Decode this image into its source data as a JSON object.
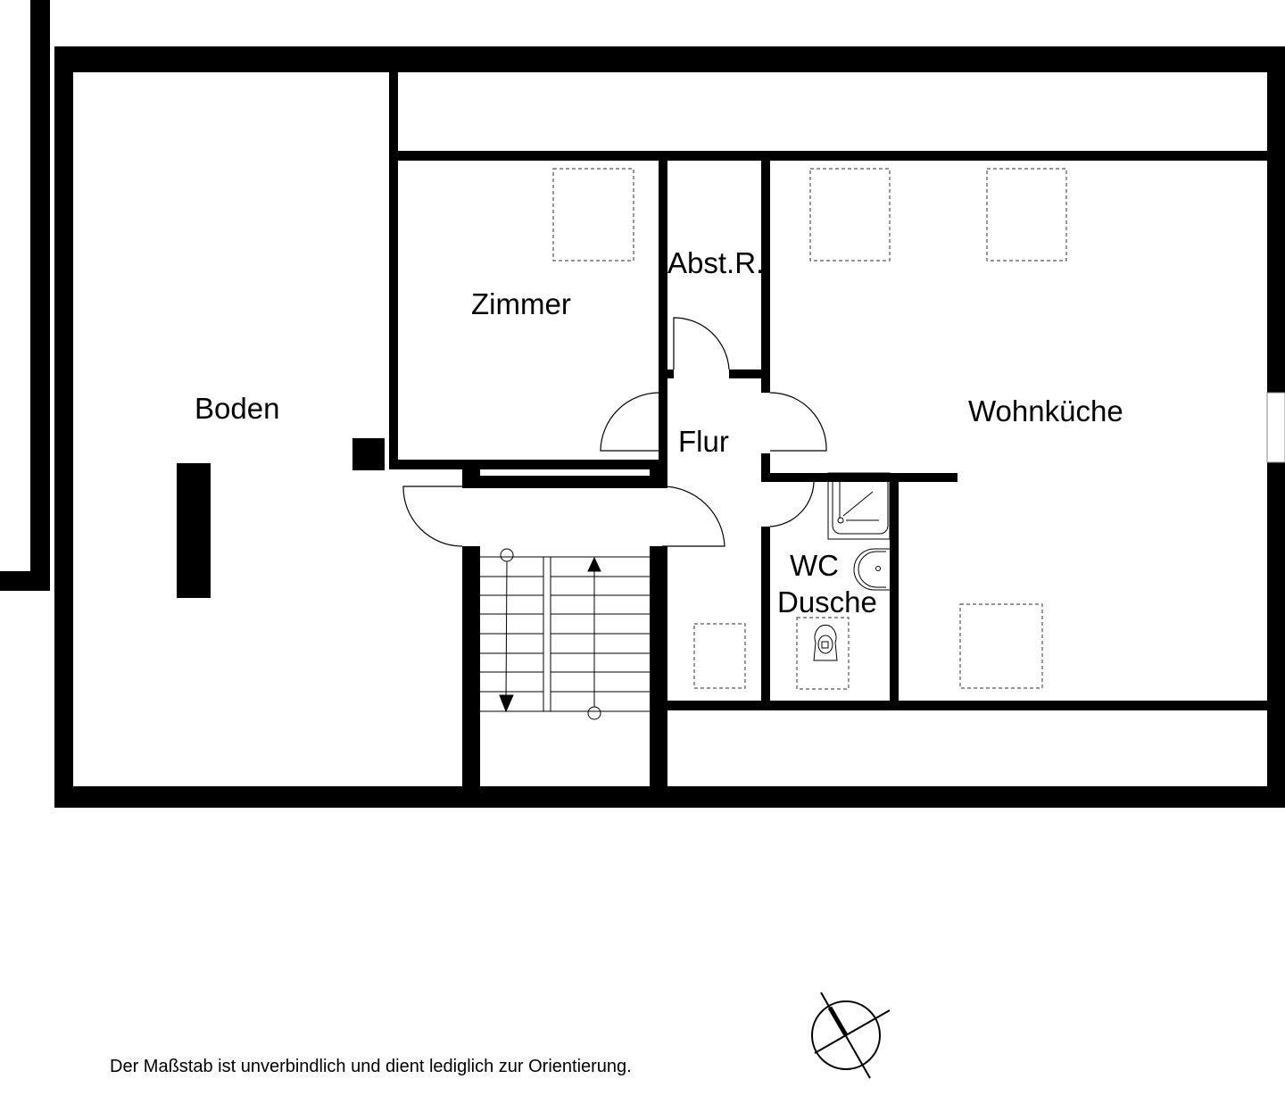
{
  "rooms": {
    "boden": "Boden",
    "zimmer": "Zimmer",
    "abstellraum": "Abst.R.",
    "flur": "Flur",
    "wohnkueche": "Wohnküche",
    "wc": "WC",
    "dusche": "Dusche"
  },
  "footer": {
    "disclaimer": "Der Maßstab ist unverbindlich und dient lediglich zur Orientierung."
  },
  "icons": {
    "compass": "north-arrow-compass",
    "stairs": "staircase"
  },
  "colors": {
    "wall": "#000000",
    "background": "#ffffff",
    "dashed": "#555555"
  }
}
